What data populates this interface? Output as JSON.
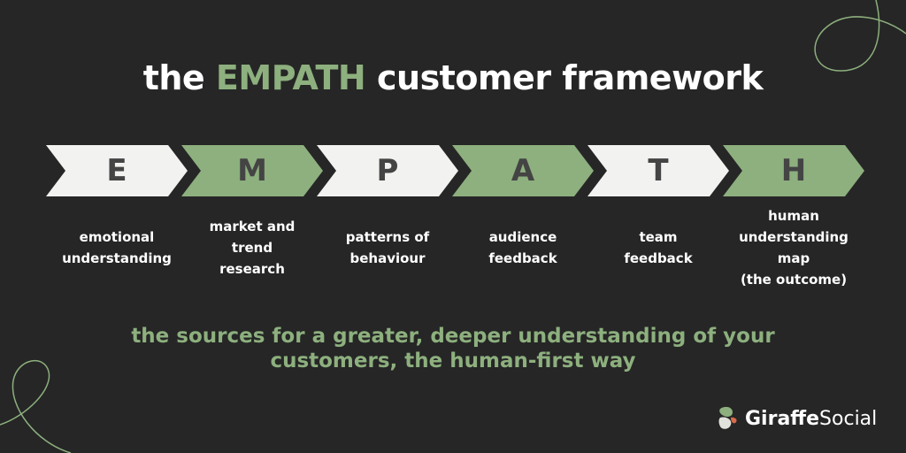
{
  "title": {
    "prefix": "the",
    "accent": "EMPATH",
    "suffix": "customer framework"
  },
  "colors": {
    "background": "#262626",
    "accent": "#8db07e",
    "light_chevron": "#f2f2f0",
    "letter": "#444444",
    "text": "#ffffff"
  },
  "steps": [
    {
      "letter": "E",
      "lines": [
        "emotional",
        "understanding"
      ],
      "style": "light"
    },
    {
      "letter": "M",
      "lines": [
        "market and",
        "trend",
        "research"
      ],
      "style": "green"
    },
    {
      "letter": "P",
      "lines": [
        "patterns of",
        "behaviour"
      ],
      "style": "light"
    },
    {
      "letter": "A",
      "lines": [
        "audience",
        "feedback"
      ],
      "style": "green"
    },
    {
      "letter": "T",
      "lines": [
        "team",
        "feedback"
      ],
      "style": "light"
    },
    {
      "letter": "H",
      "lines": [
        "human",
        "understanding",
        "map",
        "(the outcome)"
      ],
      "style": "green"
    }
  ],
  "tagline": {
    "line1": "the sources for a greater, deeper understanding of your",
    "line2": "customers, the human-first way"
  },
  "brand": {
    "name_bold": "Giraffe",
    "name_light": "Social",
    "icon": "giraffe-logo-icon"
  }
}
